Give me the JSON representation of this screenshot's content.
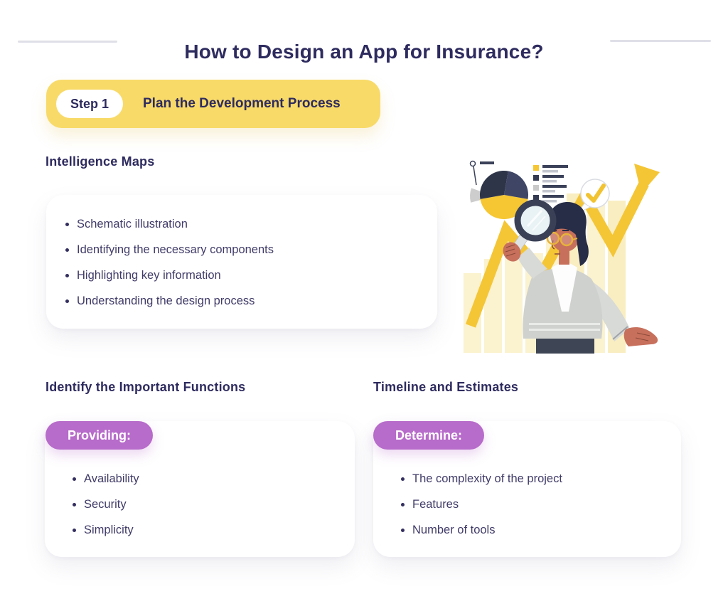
{
  "header": {
    "title": "How to Design an App for Insurance?"
  },
  "step_banner": {
    "step_label": "Step 1",
    "title": "Plan the Development Process"
  },
  "intelligence_maps": {
    "heading": "Intelligence Maps",
    "bullets": [
      "Schematic illustration",
      "Identifying the necessary components",
      "Highlighting key information",
      "Understanding the design process"
    ]
  },
  "important_functions": {
    "heading": "Identify the Important Functions",
    "badge": "Providing:",
    "bullets": [
      "Availability",
      "Security",
      "Simplicity"
    ]
  },
  "timeline_estimates": {
    "heading": "Timeline and Estimates",
    "badge": "Determine:",
    "bullets": [
      "The complexity of the project",
      "Features",
      "Number of tools"
    ]
  },
  "illustration": {
    "description": "Analyst with magnifying glass examining growth chart",
    "elements": [
      "bar-chart",
      "growth-arrow",
      "pie-chart",
      "legend-checklist",
      "speech-bubble-checkmark",
      "analyst-figure",
      "magnifying-glass"
    ]
  },
  "colors": {
    "title_navy": "#2e2b5f",
    "body_text": "#403b68",
    "banner_yellow": "#f8da69",
    "badge_purple": "#b76bca",
    "accent_yellow": "#f4c636",
    "pale_yellow_bars": "#fbf2cf",
    "card_white": "#ffffff",
    "divider_gray": "#dfdfe8",
    "dark_navy": "#343a52",
    "skin_tone": "#c7705c"
  }
}
